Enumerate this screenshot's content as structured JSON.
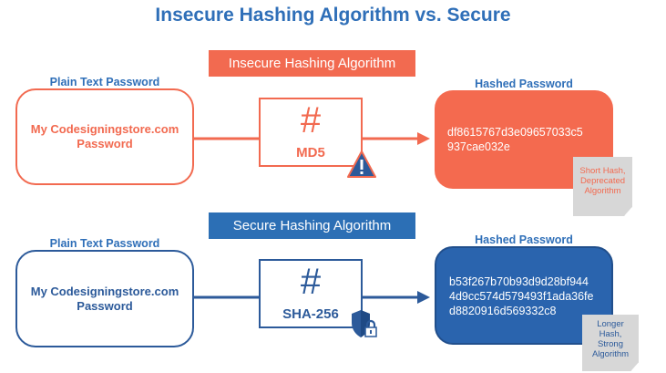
{
  "title": "Insecure Hashing Algorithm vs. Secure",
  "colors": {
    "insecure": "#f26a50",
    "secure": "#2c6fb5",
    "title": "#2f6fb8",
    "note_bg": "#d7d7d7"
  },
  "insecure": {
    "banner": "Insecure Hashing Algorithm",
    "plain_label": "Plain Text Password",
    "plain_line1": "My Codesigningstore.com",
    "plain_line2": "Password",
    "hash_symbol": "#",
    "algorithm": "MD5",
    "output_label": "Hashed Password",
    "hash_line1": "df8615767d3e09657033c5",
    "hash_line2": "937cae032e",
    "note_line1": "Short Hash,",
    "note_line2": "Deprecated",
    "note_line3": "Algorithm",
    "badge_icon": "warning-triangle-icon"
  },
  "secure": {
    "banner": "Secure Hashing Algorithm",
    "plain_label": "Plain Text Password",
    "plain_line1": "My Codesigningstore.com",
    "plain_line2": "Password",
    "hash_symbol": "#",
    "algorithm": "SHA-256",
    "output_label": "Hashed Password",
    "hash_line1": "b53f267b70b93d9d28bf944",
    "hash_line2": "4d9cc574d579493f1ada36fe",
    "hash_line3": "d8820916d569332c8",
    "note_line1": "Longer",
    "note_line2": "Hash,",
    "note_line3": "Strong",
    "note_line4": "Algorithm",
    "badge_icon": "shield-lock-icon"
  }
}
